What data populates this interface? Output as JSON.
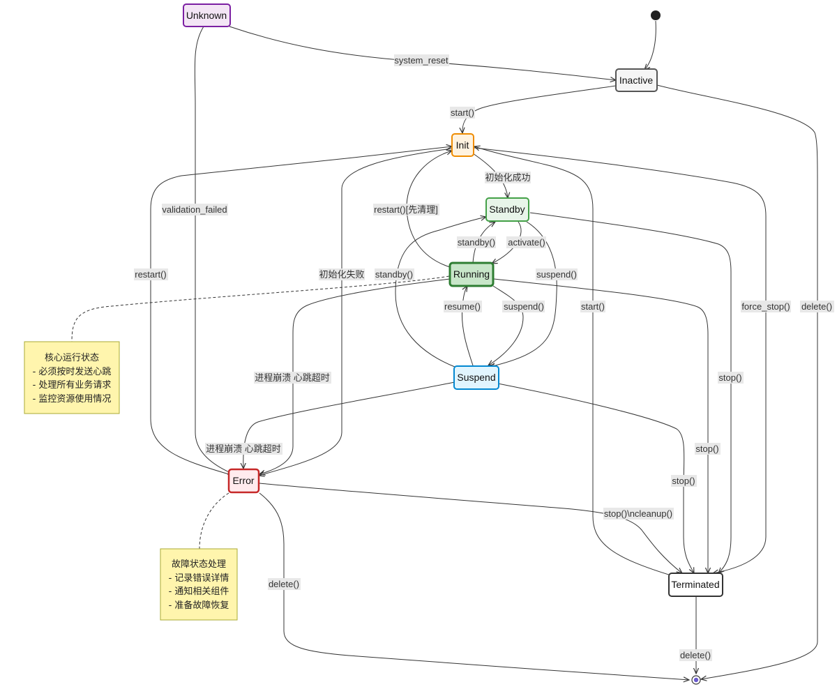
{
  "states": {
    "unknown": {
      "label": "Unknown",
      "fill": "#f3e5f5",
      "stroke": "#7b1fa2"
    },
    "inactive": {
      "label": "Inactive",
      "fill": "#f5f5f5",
      "stroke": "#555555"
    },
    "init": {
      "label": "Init",
      "fill": "#fff3e0",
      "stroke": "#ef8c00"
    },
    "standby": {
      "label": "Standby",
      "fill": "#e8f5e9",
      "stroke": "#43a047"
    },
    "running": {
      "label": "Running",
      "fill": "#c8e6c9",
      "stroke": "#2e7d32"
    },
    "suspend": {
      "label": "Suspend",
      "fill": "#e1f5fe",
      "stroke": "#0288d1"
    },
    "error": {
      "label": "Error",
      "fill": "#ffebee",
      "stroke": "#c62828"
    },
    "terminated": {
      "label": "Terminated",
      "fill": "#ffffff",
      "stroke": "#333333"
    }
  },
  "transitions": {
    "system_reset": "system_reset",
    "validation_failed": "validation_failed",
    "start_inactive": "start()",
    "init_success": "初始化成功",
    "restart_clean": "restart()[先清理]",
    "standby_from_running": "standby()",
    "activate": "activate()",
    "restart_error": "restart()",
    "init_failed": "初始化失败",
    "standby_from_suspend": "standby()",
    "suspend_from_standby": "suspend()",
    "resume": "resume()",
    "suspend_from_running": "suspend()",
    "start_terminated": "start()",
    "force_stop": "force_stop()",
    "delete_inactive": "delete()",
    "crash_running": "进程崩溃 心跳超时",
    "stop_standby": "stop()",
    "crash_suspend": "进程崩溃 心跳超时",
    "stop_running": "stop()",
    "stop_suspend": "stop()",
    "stop_cleanup_error": "stop()\\ncleanup()",
    "delete_error": "delete()",
    "delete_terminated": "delete()"
  },
  "notes": {
    "running_note": {
      "title": "核心运行状态",
      "lines": [
        "- 必须按时发送心跳",
        "- 处理所有业务请求",
        "- 监控资源使用情况"
      ]
    },
    "error_note": {
      "title": "故障状态处理",
      "lines": [
        "- 记录错误详情",
        "- 通知相关组件",
        "- 准备故障恢复"
      ]
    }
  },
  "colors": {
    "edge": "#333333",
    "note_fill": "#fff5ad",
    "note_stroke": "#aaaa33",
    "label_bg": "#e8e8e8",
    "end_marker": "#6a5acd"
  }
}
